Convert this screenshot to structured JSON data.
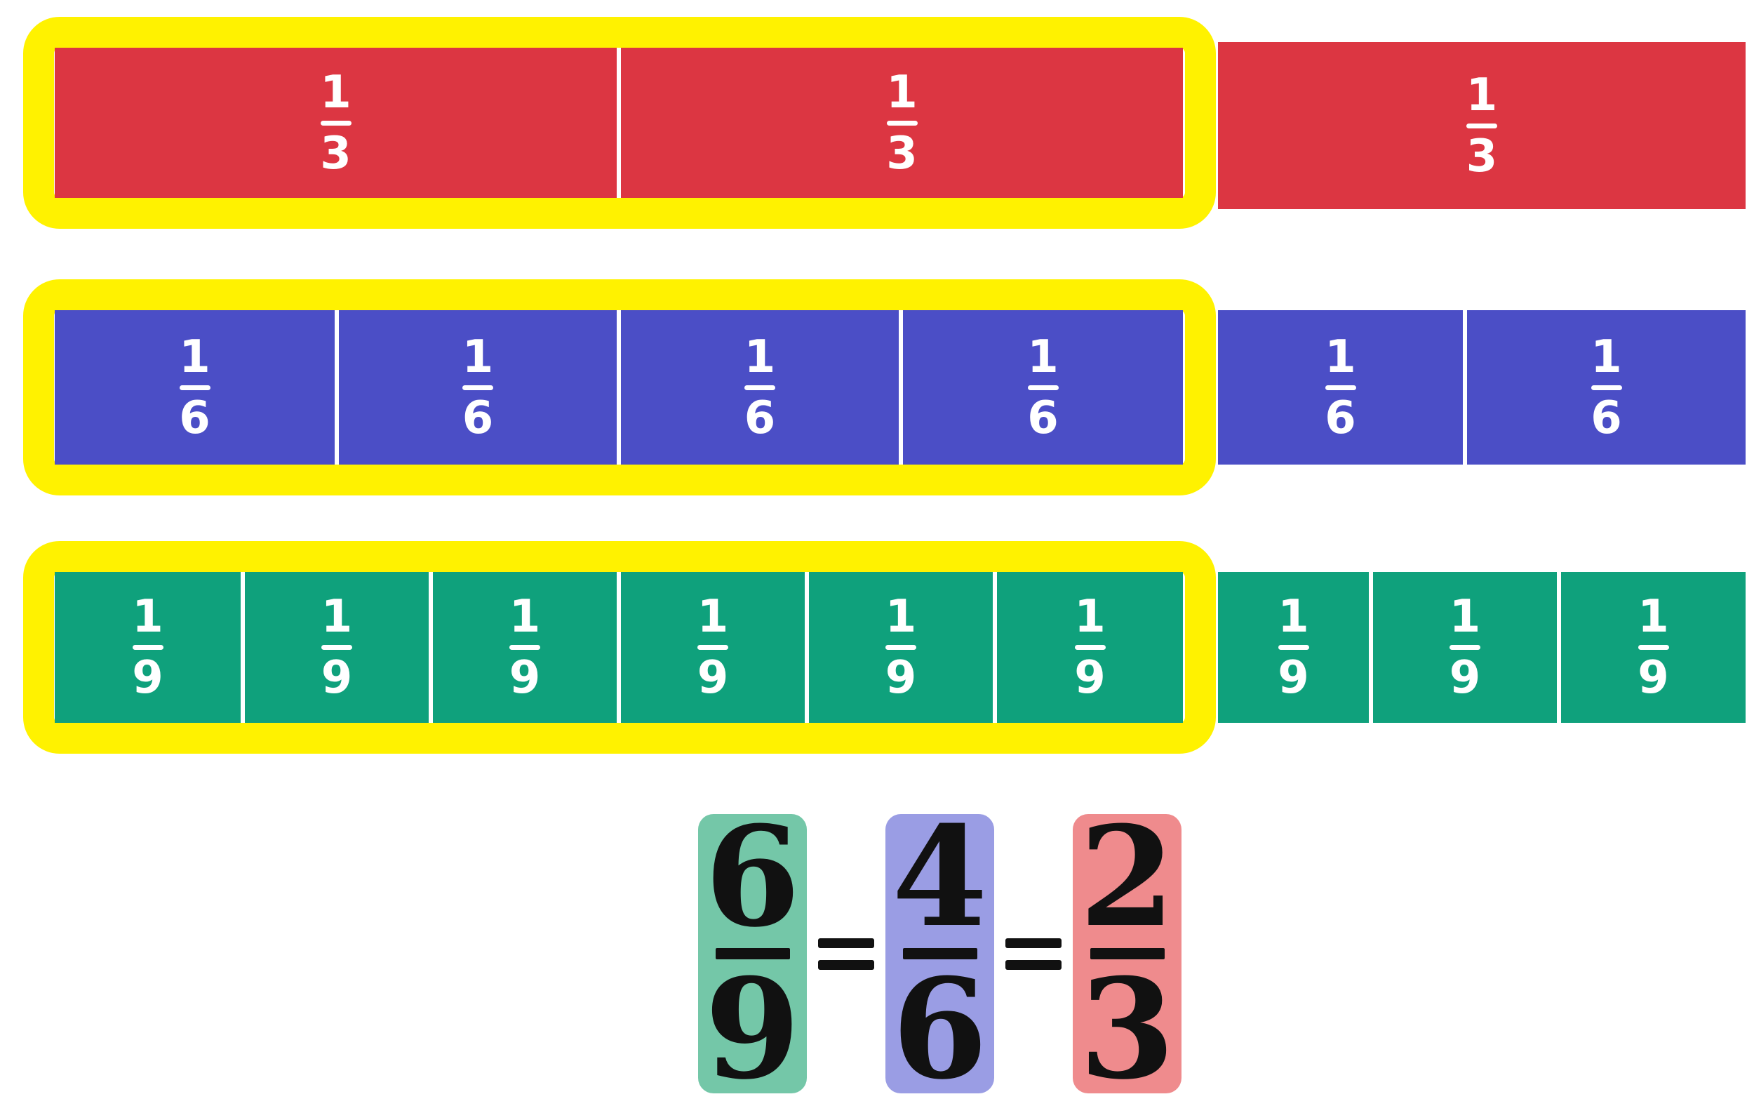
{
  "canvas": {
    "background": "#FFFFFF"
  },
  "colors": {
    "highlight_yellow": "#FFF200",
    "thirds_red": "#DC3642",
    "sixths_blue": "#4B4EC6",
    "ninths_green": "#0FA17C",
    "divider_white": "#FFFFFF",
    "bar_label_white": "#FFFFFF",
    "equation_black": "#111111"
  },
  "rows": [
    {
      "name": "thirds",
      "color": "#DC3642",
      "total_segments": 3,
      "highlighted_segments": 2,
      "unit_label": {
        "numerator": "1",
        "denominator": "3"
      },
      "segments": [
        {
          "numerator": "1",
          "denominator": "3",
          "highlighted": true
        },
        {
          "numerator": "1",
          "denominator": "3",
          "highlighted": true
        },
        {
          "numerator": "1",
          "denominator": "3",
          "highlighted": false
        }
      ]
    },
    {
      "name": "sixths",
      "color": "#4B4EC6",
      "total_segments": 6,
      "highlighted_segments": 4,
      "unit_label": {
        "numerator": "1",
        "denominator": "6"
      },
      "segments": [
        {
          "numerator": "1",
          "denominator": "6",
          "highlighted": true
        },
        {
          "numerator": "1",
          "denominator": "6",
          "highlighted": true
        },
        {
          "numerator": "1",
          "denominator": "6",
          "highlighted": true
        },
        {
          "numerator": "1",
          "denominator": "6",
          "highlighted": true
        },
        {
          "numerator": "1",
          "denominator": "6",
          "highlighted": false
        },
        {
          "numerator": "1",
          "denominator": "6",
          "highlighted": false
        }
      ]
    },
    {
      "name": "ninths",
      "color": "#0FA17C",
      "total_segments": 9,
      "highlighted_segments": 6,
      "unit_label": {
        "numerator": "1",
        "denominator": "9"
      },
      "segments": [
        {
          "numerator": "1",
          "denominator": "9",
          "highlighted": true
        },
        {
          "numerator": "1",
          "denominator": "9",
          "highlighted": true
        },
        {
          "numerator": "1",
          "denominator": "9",
          "highlighted": true
        },
        {
          "numerator": "1",
          "denominator": "9",
          "highlighted": true
        },
        {
          "numerator": "1",
          "denominator": "9",
          "highlighted": true
        },
        {
          "numerator": "1",
          "denominator": "9",
          "highlighted": true
        },
        {
          "numerator": "1",
          "denominator": "9",
          "highlighted": false
        },
        {
          "numerator": "1",
          "denominator": "9",
          "highlighted": false
        },
        {
          "numerator": "1",
          "denominator": "9",
          "highlighted": false
        }
      ]
    }
  ],
  "equation": {
    "equals_sign": "=",
    "terms": [
      {
        "numerator": "6",
        "denominator": "9",
        "background": "#74C7A8"
      },
      {
        "numerator": "4",
        "denominator": "6",
        "background": "#9A9DE4"
      },
      {
        "numerator": "2",
        "denominator": "3",
        "background": "#EF8B8D"
      }
    ]
  }
}
